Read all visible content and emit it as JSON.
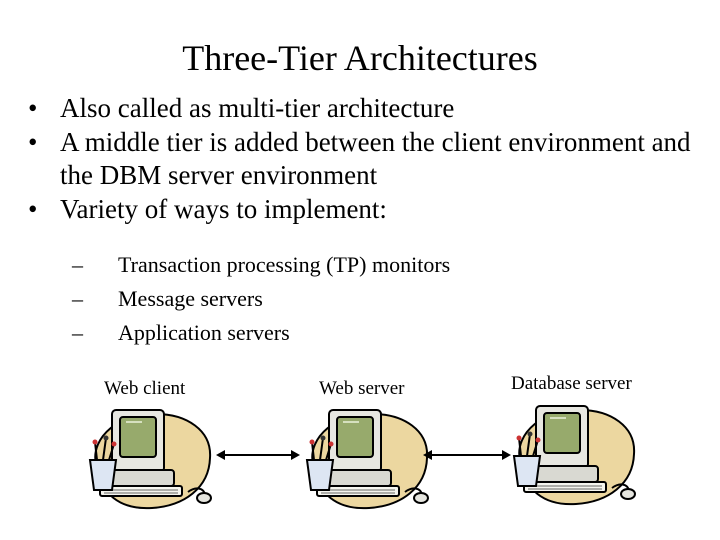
{
  "slide": {
    "title": "Three-Tier Architectures",
    "bullet_glyph": "•",
    "dash_glyph": "–",
    "bullets": [
      "Also called as multi-tier architecture",
      "A middle tier is added between the client environment and the DBM server environment",
      "Variety of ways to implement:"
    ],
    "sub_bullets": [
      "Transaction processing (TP) monitors",
      "Message servers",
      "Application servers"
    ]
  },
  "diagram": {
    "nodes": [
      {
        "label": "Web client",
        "icon": "computer-clipart-icon"
      },
      {
        "label": "Web server",
        "icon": "computer-clipart-icon"
      },
      {
        "label": "Database server",
        "icon": "computer-clipart-icon"
      }
    ],
    "connectors": [
      {
        "from": "Web client",
        "to": "Web server",
        "style": "double-arrow"
      },
      {
        "from": "Web server",
        "to": "Database server",
        "style": "double-arrow"
      }
    ]
  }
}
